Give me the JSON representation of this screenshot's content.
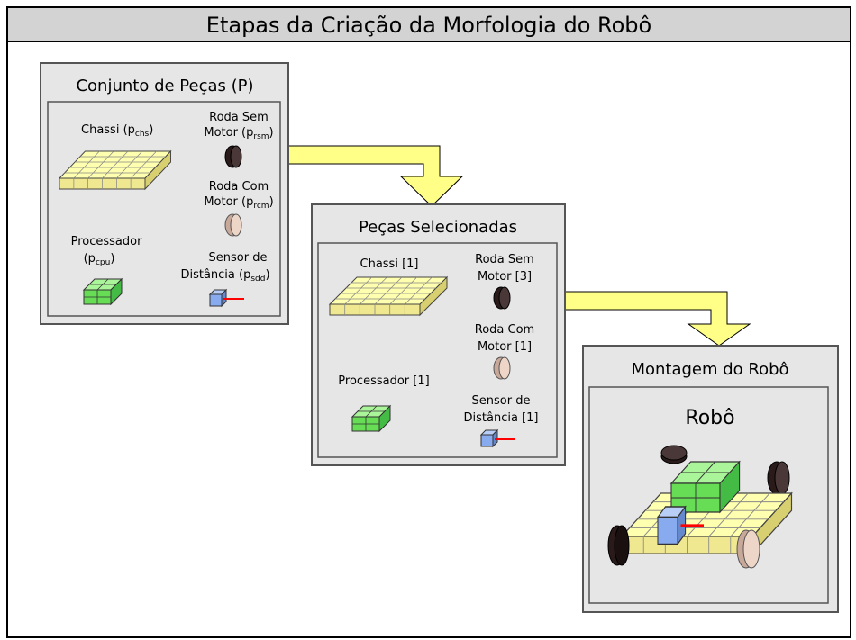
{
  "title": "Etapas da Criação da Morfologia  do Robô",
  "colors": {
    "frame_bg": "#ffffff",
    "title_bar": "#d3d3d3",
    "panel_outer": "#e6e6e6",
    "panel_inner": "#e6e6e6",
    "arrow_fill": "#ffff88",
    "chassis": "#ffffb0",
    "processor": "#88ee66",
    "sensor": "#88aaee",
    "sensor_ray": "#ff0000",
    "wheel_no_motor": "#3a2a2a",
    "wheel_motor": "#e8c8b8"
  },
  "panels": {
    "conjunto": {
      "title": "Conjunto de Peças (P)",
      "chassis_label": "Chassi (p",
      "chassis_sub": "chs",
      "wheel_no_motor_line1": "Roda Sem",
      "wheel_no_motor_line2": "Motor (p",
      "wheel_no_motor_sub": "rsm",
      "wheel_motor_line1": "Roda Com",
      "wheel_motor_line2": "Motor (p",
      "wheel_motor_sub": "rcm",
      "processor_line1": "Processador",
      "processor_line2": "(p",
      "processor_sub": "cpu",
      "sensor_line1": "Sensor de",
      "sensor_line2": "Distância (p",
      "sensor_sub": "sdd",
      "close_paren": ")"
    },
    "selecionadas": {
      "title": "Peças Selecionadas",
      "chassis_label": "Chassi [1]",
      "wheel_no_motor_line1": "Roda Sem",
      "wheel_no_motor_line2": "Motor  [3]",
      "wheel_motor_line1": "Roda Com",
      "wheel_motor_line2": "Motor  [1]",
      "processor_label": "Processador  [1]",
      "sensor_line1": "Sensor de",
      "sensor_line2": "Distância [1]"
    },
    "montagem": {
      "title": "Montagem do Robô",
      "robot_label": "Robô"
    }
  }
}
